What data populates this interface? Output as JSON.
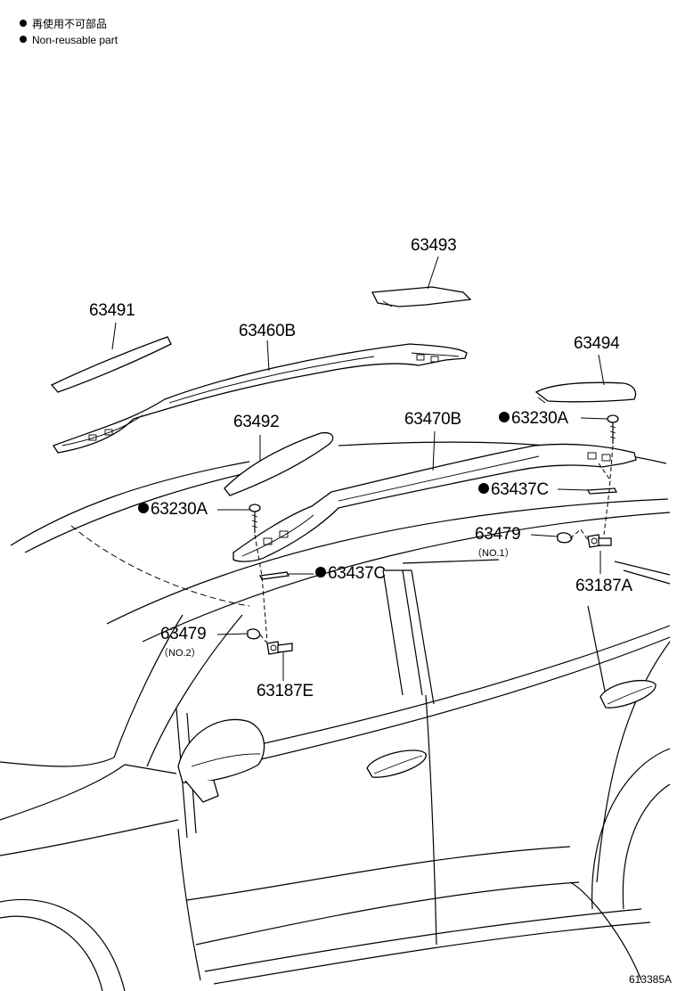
{
  "legend": {
    "line1": "再使用不可部品",
    "line2": "Non-reusable part"
  },
  "labels": {
    "p63493": "63493",
    "p63491": "63491",
    "p63460b": "63460B",
    "p63494": "63494",
    "p63492": "63492",
    "p63470b": "63470B",
    "p63230a_right": "63230A",
    "p63437c_right": "63437C",
    "p63230a_left": "63230A",
    "p63479_no1": "63479",
    "no1": "（NO.1）",
    "p63437c_left": "63437C",
    "p63187a": "63187A",
    "p63479_no2": "63479",
    "no2": "（NO.2）",
    "p63187e": "63187E"
  },
  "drawing_code": "613385A"
}
